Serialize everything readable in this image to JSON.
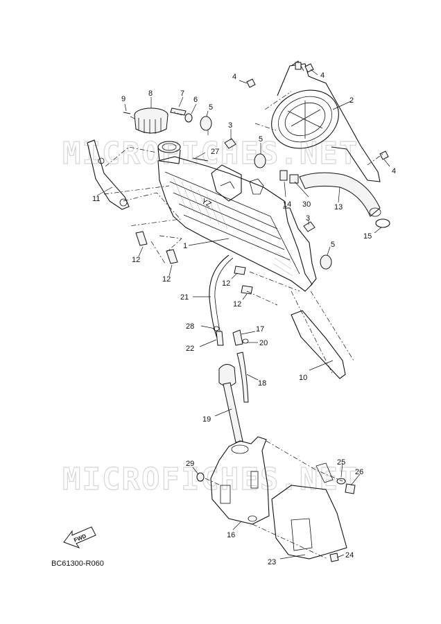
{
  "watermark": "MICROFICHES.NET",
  "fwd_label": "FWD",
  "diagram_code": "BC61300-R060",
  "part_callouts": [
    "1",
    "2",
    "3",
    "3",
    "4",
    "4",
    "4",
    "5",
    "5",
    "5",
    "6",
    "7",
    "8",
    "9",
    "10",
    "11",
    "12",
    "12",
    "12",
    "12",
    "13",
    "14",
    "15",
    "16",
    "17",
    "18",
    "19",
    "20",
    "21",
    "22",
    "23",
    "24",
    "25",
    "26",
    "27",
    "28",
    "29",
    "30"
  ]
}
